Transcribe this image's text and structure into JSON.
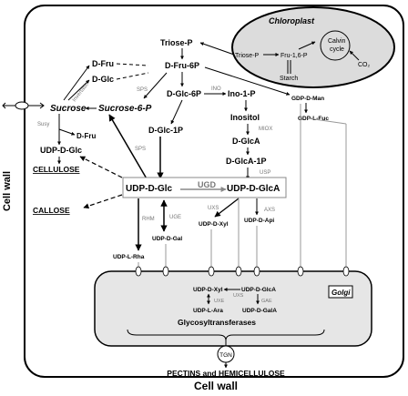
{
  "labels": {
    "cell_wall_left": "Cell wall",
    "cell_wall_bottom": "Cell wall",
    "chloroplast": "Chloroplast",
    "triose_p_chl": "Triose-P",
    "fru16p": "Fru-1,6-P",
    "calvin_cycle": "Calvin cycle",
    "co2": "CO₂",
    "starch": "Starch",
    "triose_p": "Triose-P",
    "d_fru_6p": "D-Fru-6P",
    "d_fru_top": "D-Fru",
    "d_glc_top": "D-Glc",
    "invertase": "Invertase",
    "sps_top": "SPS",
    "sucrose": "Sucrose",
    "sucrose_6p": "Sucrose-6-P",
    "d_glc_6p": "D-Glc-6P",
    "ino": "INO",
    "ino_1p": "Ino-1-P",
    "gdp_man": "GDP-D-Man",
    "gdp_fuc": "GDP-L-Fuc",
    "susy": "Susy",
    "d_fru_mid": "D-Fru",
    "udp_glc_top": "UDP-D-Glc",
    "d_glc_1p": "D-Glc-1P",
    "inositol": "Inositol",
    "miox": "MIOX",
    "d_glca": "D-GlcA",
    "sps_mid": "SPS",
    "cellulose": "CELLULOSE",
    "d_glca_1p": "D-GlcA-1P",
    "usp": "USP",
    "callose": "CALLOSE",
    "udp_glc": "UDP-D-Glc",
    "ugd": "UGD",
    "udp_glca": "UDP-D-GlcA",
    "uxs": "UXS",
    "axs": "AXS",
    "udp_xyl": "UDP-D-Xyl",
    "udp_api": "UDP-D-Api",
    "rhm": "RHM",
    "uge": "UGE",
    "udp_gal": "UDP-D-Gal",
    "udp_rha": "UDP-L-Rha",
    "g_udp_xyl": "UDP-D-Xyl",
    "g_uxs": "UXS",
    "g_udp_glca": "UDP-D-GlcA",
    "g_uxe": "UXE",
    "g_gae": "GAE",
    "g_udp_ara": "UDP-L-Ara",
    "g_udp_gala": "UDP-D-GalA",
    "golgi": "Golgi",
    "glycosyltransferases": "Glycosyltransferases",
    "tgn": "TGN",
    "pectins": "PECTINS and HEMICELLULOSE"
  },
  "colors": {
    "line": "#000000",
    "enzyme": "#777777",
    "golgi_fill": "#e6e6e6",
    "chloroplast_fill": "#dcdcdc",
    "transporter": "#999999"
  }
}
